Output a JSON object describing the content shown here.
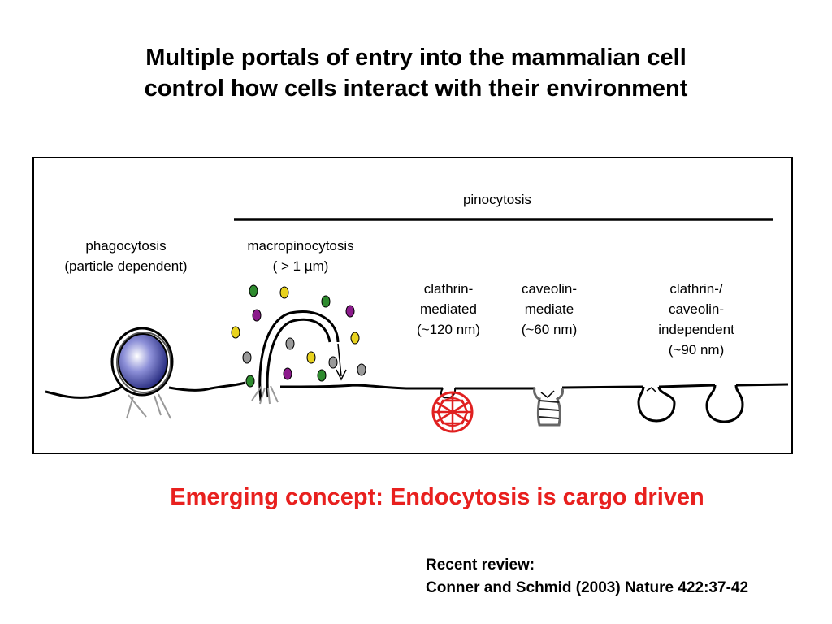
{
  "title": {
    "line1": "Multiple portals of entry into the mammalian cell",
    "line2": "control how cells interact with their environment"
  },
  "diagram": {
    "pinocytosis": "pinocytosis",
    "phagocytosis": {
      "line1": "phagocytosis",
      "line2": "(particle dependent)"
    },
    "macropinocytosis": {
      "line1": "macropinocytosis",
      "line2": "( > 1 µm)"
    },
    "clathrin": {
      "line1": "clathrin-",
      "line2": "mediated",
      "line3": "(~120 nm)"
    },
    "caveolin": {
      "line1": "caveolin-",
      "line2": "mediate",
      "line3": "(~60 nm)"
    },
    "independent": {
      "line1": "clathrin-/",
      "line2": "caveolin-",
      "line3": "independent",
      "line4": "(~90 nm)"
    },
    "colors": {
      "particle": "#3b3fae",
      "clathrin_coat": "#e02020",
      "caveolin_coat": "#808080",
      "ligand_green": "#2e8b2e",
      "ligand_yellow": "#e8d21e",
      "ligand_purple": "#8b1a8b",
      "ligand_gray": "#9a9a9a"
    }
  },
  "concept": "Emerging concept:  Endocytosis is cargo driven",
  "reference": {
    "line1": "Recent review:",
    "line2": "Conner and Schmid (2003) Nature 422:37-42"
  }
}
